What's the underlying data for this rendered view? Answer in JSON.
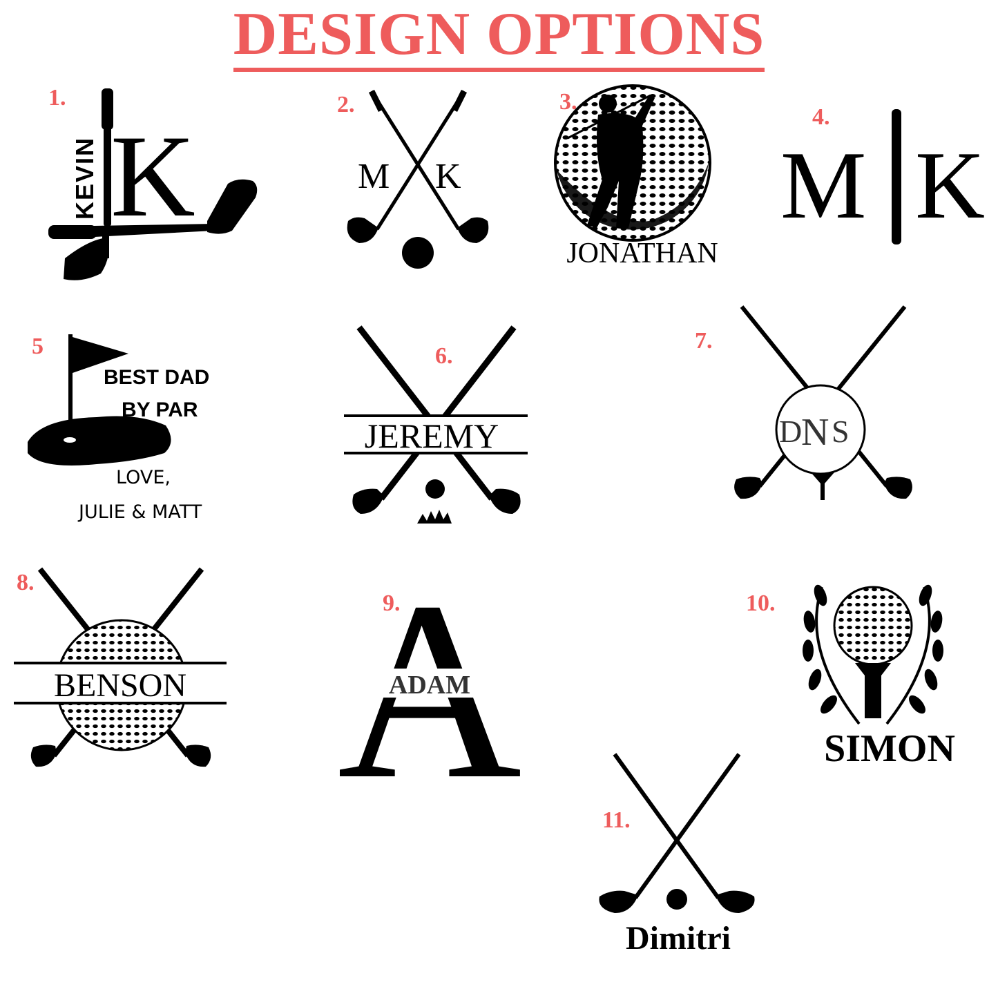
{
  "title": "DESIGN OPTIONS",
  "colors": {
    "accent": "#ee5c5c",
    "ink": "#000000",
    "muted": "#333333"
  },
  "designs": [
    {
      "number": "1.",
      "texts": {
        "name": "KEVIN",
        "initial": "K"
      }
    },
    {
      "number": "2.",
      "texts": {
        "left": "M",
        "right": "K"
      }
    },
    {
      "number": "3.",
      "texts": {
        "name": "JONATHAN"
      }
    },
    {
      "number": "4.",
      "texts": {
        "left": "M",
        "right": "K"
      }
    },
    {
      "number": "5",
      "texts": {
        "line1": "BEST DAD",
        "line2": "BY PAR",
        "line3": "LOVE,",
        "line4": "JULIE & MATT"
      }
    },
    {
      "number": "6.",
      "texts": {
        "name": "JEREMY"
      }
    },
    {
      "number": "7.",
      "texts": {
        "a": "D",
        "b": "N",
        "c": "S"
      }
    },
    {
      "number": "8.",
      "texts": {
        "name": "BENSON"
      }
    },
    {
      "number": "9.",
      "texts": {
        "initial": "A",
        "name": "ADAM"
      }
    },
    {
      "number": "10.",
      "texts": {
        "name": "SIMON"
      }
    },
    {
      "number": "11.",
      "texts": {
        "name": "Dimitri"
      }
    }
  ]
}
